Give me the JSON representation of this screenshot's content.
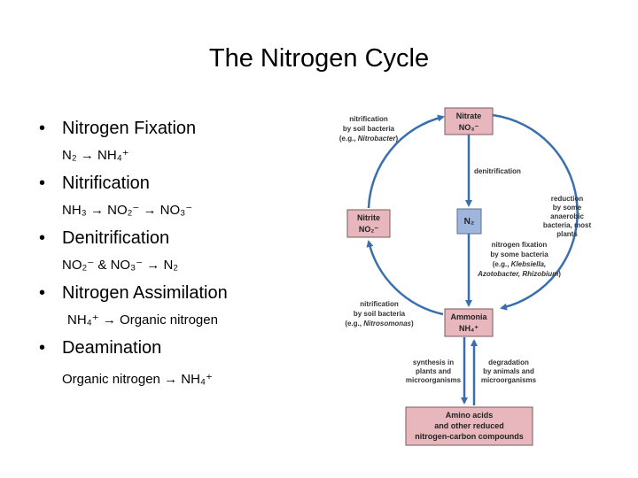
{
  "title": "The Nitrogen Cycle",
  "bullets": [
    {
      "label": "Nitrogen Fixation",
      "formula": "N₂ → NH₄⁺"
    },
    {
      "label": "Nitrification",
      "formula": "NH₃ → NO₂⁻ → NO₃⁻"
    },
    {
      "label": "Denitrification",
      "formula": "NO₂⁻ & NO₃⁻ → N₂"
    },
    {
      "label": "Nitrogen Assimilation",
      "formula": "NH₄⁺ → Organic nitrogen"
    },
    {
      "label": "Deamination",
      "formula": "Organic nitrogen → NH₄⁺"
    }
  ],
  "diagram": {
    "nitrate": {
      "line1": "Nitrate",
      "line2": "NO₃⁻"
    },
    "nitrite": {
      "line1": "Nitrite",
      "line2": "NO₂⁻"
    },
    "n2": "N₂",
    "ammonia": {
      "line1": "Ammonia",
      "line2": "NH₄⁺"
    },
    "amino": {
      "line1": "Amino acids",
      "line2": "and other reduced",
      "line3": "nitrogen-carbon compounds"
    },
    "labels": {
      "nitrification_top": {
        "line1": "nitrification",
        "line2": "by soil bacteria",
        "line3_prefix": "(e.g., ",
        "line3_italic": "Nitrobacter",
        "line3_suffix": ")"
      },
      "denitrification": "denitrification",
      "reduction": {
        "line1": "reduction",
        "line2": "by some",
        "line3": "anaerobic",
        "line4": "bacteria, most",
        "line5": "plants"
      },
      "fixation": {
        "line1": "nitrogen fixation",
        "line2": "by some bacteria",
        "line3_prefix": "(e.g., ",
        "line3_italic": "Klebsiella,",
        "line4_italic": "Azotobacter, Rhizobium",
        "line4_suffix": ")"
      },
      "nitrification_bottom": {
        "line1": "nitrification",
        "line2": "by soil bacteria",
        "line3_prefix": "(e.g., ",
        "line3_italic": "Nitrosomonas",
        "line3_suffix": ")"
      },
      "synthesis": {
        "line1": "synthesis in",
        "line2": "plants and",
        "line3": "microorganisms"
      },
      "degradation": {
        "line1": "degradation",
        "line2": "by animals and",
        "line3": "microorganisms"
      }
    }
  }
}
